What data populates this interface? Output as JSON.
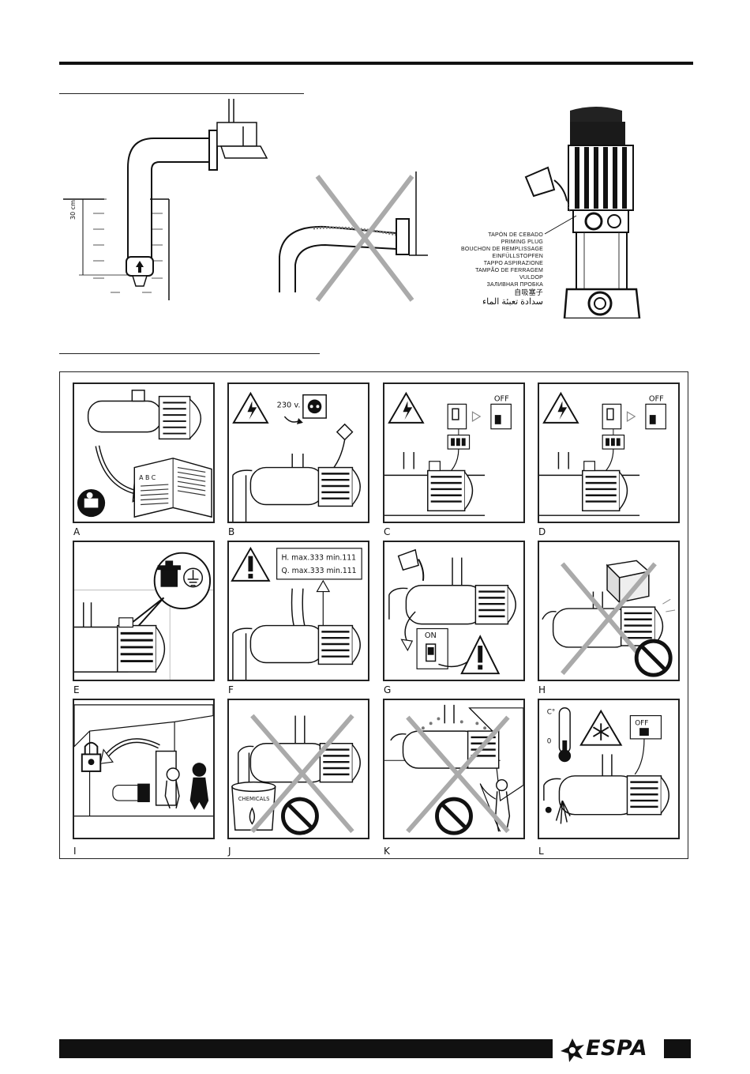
{
  "figure_top": {
    "depth_label": "30 cm",
    "priming_plug_labels": [
      "TAPÓN DE CEBADO",
      "PRIMING PLUG",
      "BOUCHON DE REMPLISSAGE",
      "EINFÜLLSTOPFEN",
      "TAPPO ASPIRAZIONE",
      "TAMPÃO DE FERRAGEM",
      "VULDOP",
      "ЗАЛИВНАЯ ПРОБКА",
      "自吸塞子",
      "سدادة تعبئة الماء"
    ]
  },
  "panels": [
    {
      "letter": "A"
    },
    {
      "letter": "B",
      "voltage": "230 v."
    },
    {
      "letter": "C",
      "switch_state": "OFF"
    },
    {
      "letter": "D",
      "switch_state": "OFF"
    },
    {
      "letter": "E"
    },
    {
      "letter": "F",
      "line1": "H. max.333 min.111",
      "line2": "Q. max.333 min.111"
    },
    {
      "letter": "G",
      "switch_state": "ON"
    },
    {
      "letter": "H"
    },
    {
      "letter": "I"
    },
    {
      "letter": "J",
      "container_label": "CHEMICALS"
    },
    {
      "letter": "K"
    },
    {
      "letter": "L",
      "temp_label": "C°",
      "zero_label": "0",
      "switch_state": "OFF"
    }
  ],
  "footer": {
    "brand": "ESPA"
  }
}
